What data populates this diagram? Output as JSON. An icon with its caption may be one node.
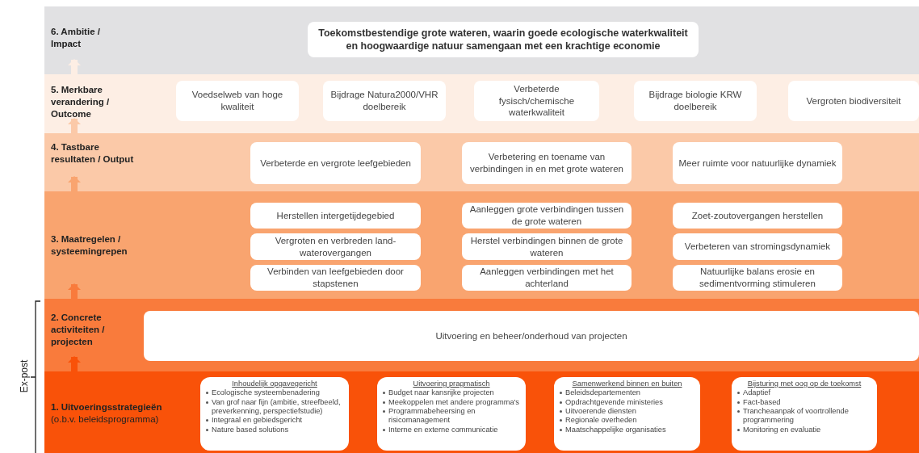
{
  "diagram": {
    "nodes": [
      {
        "text": [
          "6. Ambitie / Impact"
        ]
      },
      {
        "text": [
          "Toekomstbestendige grote wateren, waarin goede ecologische waterkwaliteit en hoogwaardige natuur samengaan met een krachtige economie"
        ],
        "in": 0
      },
      {
        "text": [
          "5. Merkbare verandering / Outcome"
        ]
      },
      {
        "text": [
          "Voedselweb van hoge kwaliteit"
        ],
        "in": 2
      },
      {
        "text": [
          "Bijdrage Natura2000/VHR doelbereik"
        ],
        "in": 2
      },
      {
        "text": [
          "Verbeterde fysisch/chemische waterkwaliteit"
        ],
        "in": 2
      },
      {
        "text": [
          "Bijdrage biologie KRW doelbereik"
        ],
        "in": 2
      },
      {
        "text": [
          "Vergroten biodiversiteit"
        ],
        "in": 2
      },
      {
        "text": [
          "4. Tastbare resultaten / Output"
        ]
      },
      {
        "text": [
          "Verbeterde en vergrote leefgebieden"
        ],
        "in": 8
      },
      {
        "text": [
          "Verbetering en toename van verbindingen in en met grote wateren"
        ],
        "in": 8
      },
      {
        "text": [
          "Meer ruimte voor natuurlijke dynamiek"
        ],
        "in": 8
      },
      {
        "text": [
          "3. Maatregelen / systeemingrepen"
        ]
      },
      {
        "text": [
          "Herstellen intergetijdegebied"
        ],
        "in": 12
      },
      {
        "text": [
          "Aanleggen grote verbindingen tussen de grote wateren"
        ],
        "in": 12
      },
      {
        "text": [
          "Zoet-zoutovergangen herstellen"
        ],
        "in": 12
      },
      {
        "text": [
          "Vergroten en verbreden land-waterovergangen"
        ],
        "in": 12
      },
      {
        "text": [
          "Herstel verbindingen binnen de grote wateren"
        ],
        "in": 12
      },
      {
        "text": [
          "Verbeteren van stromingsdynamiek"
        ],
        "in": 12
      },
      {
        "text": [
          "Verbinden van leefgebieden door stapstenen"
        ],
        "in": 12
      },
      {
        "text": [
          "Aanleggen verbindingen met het achterland"
        ],
        "in": 12
      },
      {
        "text": [
          "Natuurlijke balans erosie en sedimentvorming stimuleren"
        ],
        "in": 12
      },
      {
        "text": [
          "2. Concrete activiteiten / projecten"
        ]
      },
      {
        "text": [
          "Uitvoering en beheer/onderhoud van projecten"
        ],
        "in": 22
      },
      {
        "text": [
          "1. Uitvoeringsstrategieën",
          "(o.b.v. beleidsprogramma)"
        ]
      },
      {
        "text": [
          "Inhoudelijk opgavegericht",
          "Ecologische systeembenadering",
          "Van grof naar fijn (ambitie, streefbeeld, preverkenning, perspectiefstudie)",
          "Integraal en gebiedsgericht",
          "Nature based solutions"
        ],
        "in": 24
      },
      {
        "text": [
          "Uitvoering pragmatisch",
          "Budget naar kansrijke projecten",
          "Meekoppelen met andere programma's",
          "Programmabeheersing en risicomanagement",
          "Interne en externe communicatie"
        ],
        "in": 24
      },
      {
        "text": [
          "Samenwerkend binnen en buiten",
          "Beleidsdepartementen",
          "Opdrachtgevende ministeries",
          "Uitvoerende diensten",
          "Regionale overheden",
          "Maatschappelijke organisaties"
        ],
        "in": 24
      },
      {
        "text": [
          "Bijsturing met oog op de toekomst",
          "Adaptief",
          "Fact-based",
          "Trancheaanpak of voortrollende programmering",
          "Monitoring en evaluatie"
        ],
        "in": 24
      }
    ],
    "edges": [
      {
        "from": 24,
        "to": 22,
        "arrow": "to",
        "color": "#f95209"
      },
      {
        "from": 22,
        "to": 12,
        "arrow": "to",
        "color": "#f97b3c"
      },
      {
        "from": 12,
        "to": 8,
        "arrow": "to",
        "color": "#f9a46f"
      },
      {
        "from": 8,
        "to": 2,
        "arrow": "to",
        "color": "#fbc9a8"
      },
      {
        "from": 2,
        "to": 0,
        "arrow": "to",
        "color": "#fdeee4"
      }
    ],
    "labels": [
      "Ex-post"
    ]
  }
}
